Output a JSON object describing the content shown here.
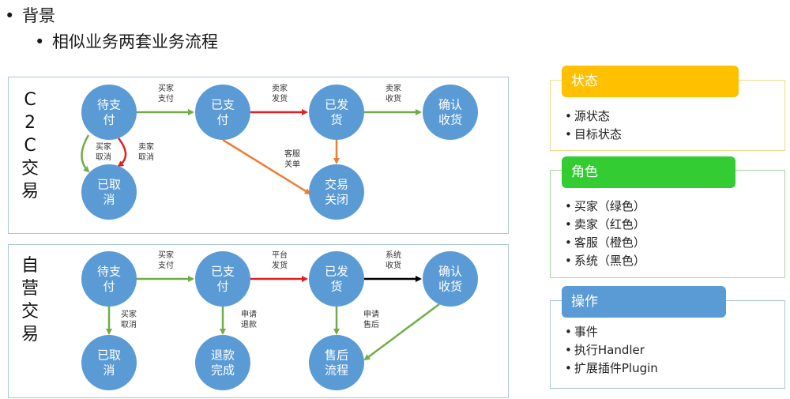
{
  "heading": {
    "level1": "背景",
    "level2": "相似业务两套业务流程"
  },
  "colors": {
    "buyer": "#70ad47",
    "seller": "#e02020",
    "service": "#ed7d31",
    "system": "#000000",
    "node": "#5b9bd5"
  },
  "flows": [
    {
      "id": "c2c",
      "title": "C2C交易",
      "nodes": [
        {
          "id": "n1",
          "label": "待支付"
        },
        {
          "id": "n2",
          "label": "已支付"
        },
        {
          "id": "n3",
          "label": "已发货"
        },
        {
          "id": "n4",
          "label": "确认收货"
        },
        {
          "id": "n5",
          "label": "已取消"
        },
        {
          "id": "n6",
          "label": "交易关闭"
        }
      ],
      "edges": [
        {
          "from": "n1",
          "to": "n2",
          "label": "买家支付",
          "color": "buyer"
        },
        {
          "from": "n2",
          "to": "n3",
          "label": "卖家发货",
          "color": "seller"
        },
        {
          "from": "n3",
          "to": "n4",
          "label": "卖家收货",
          "color": "buyer"
        },
        {
          "from": "n1",
          "to": "n5",
          "label": "买家取消",
          "color": "buyer"
        },
        {
          "from": "n1",
          "to": "n5",
          "label": "卖家取消",
          "color": "seller"
        },
        {
          "from": "n2",
          "to": "n6",
          "label": "客服关单",
          "color": "service"
        },
        {
          "from": "n3",
          "to": "n6",
          "label": "",
          "color": "service"
        }
      ]
    },
    {
      "id": "self",
      "title": "自营交易",
      "nodes": [
        {
          "id": "m1",
          "label": "待支付"
        },
        {
          "id": "m2",
          "label": "已支付"
        },
        {
          "id": "m3",
          "label": "已发货"
        },
        {
          "id": "m4",
          "label": "确认收货"
        },
        {
          "id": "m5",
          "label": "已取消"
        },
        {
          "id": "m6",
          "label": "退款完成"
        },
        {
          "id": "m7",
          "label": "售后流程"
        }
      ],
      "edges": [
        {
          "from": "m1",
          "to": "m2",
          "label": "买家支付",
          "color": "buyer"
        },
        {
          "from": "m2",
          "to": "m3",
          "label": "平台发货",
          "color": "seller"
        },
        {
          "from": "m3",
          "to": "m4",
          "label": "系统收货",
          "color": "system"
        },
        {
          "from": "m1",
          "to": "m5",
          "label": "买家取消",
          "color": "buyer"
        },
        {
          "from": "m2",
          "to": "m6",
          "label": "申请退款",
          "color": "buyer"
        },
        {
          "from": "m3",
          "to": "m7",
          "label": "申请售后",
          "color": "buyer"
        },
        {
          "from": "m4",
          "to": "m7",
          "label": "",
          "color": "buyer"
        }
      ]
    }
  ],
  "legend": [
    {
      "id": "state",
      "header": "状态",
      "header_color": "#ffc000",
      "border_color": "#f0d98a",
      "items": [
        "源状态",
        "目标状态"
      ]
    },
    {
      "id": "role",
      "header": "角色",
      "header_color": "#33cc33",
      "border_color": "#a6d8a6",
      "items": [
        "买家（绿色）",
        "卖家（红色）",
        "客服（橙色）",
        "系统（黑色）"
      ]
    },
    {
      "id": "operation",
      "header": "操作",
      "header_color": "#5b9bd5",
      "border_color": "#a9c8cf",
      "items": [
        "事件",
        "执行Handler",
        "扩展插件Plugin"
      ]
    }
  ]
}
